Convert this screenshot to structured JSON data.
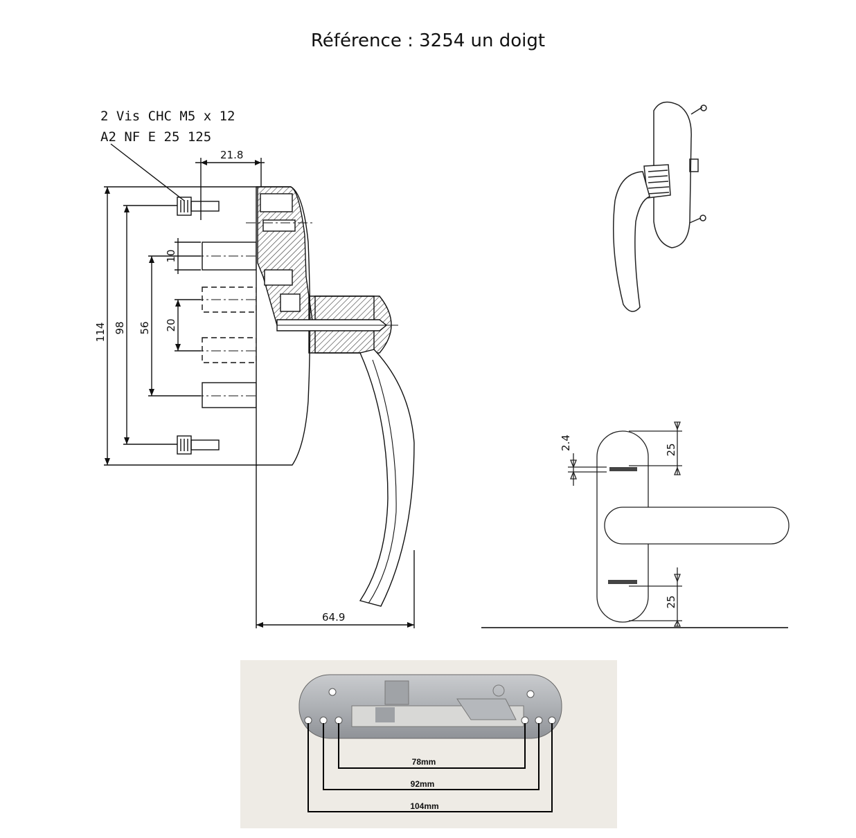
{
  "title": "Référence : 3254 un doigt",
  "screw_note": {
    "line1": "2 Vis CHC M5 x 12",
    "line2": "A2   NF E 25 125"
  },
  "side_view_dims": {
    "top_width": "21.8",
    "overall_height": "114",
    "screw_spacing": "98",
    "stud_spacing": "56",
    "pin_spacing": "20",
    "stud_diameter": "10",
    "handle_projection": "64.9"
  },
  "front_view_dims": {
    "offset": "2.4",
    "top_margin": "25",
    "bottom_margin": "25"
  },
  "photo_dims": {
    "inner": "78mm",
    "middle": "92mm",
    "outer": "104mm"
  }
}
